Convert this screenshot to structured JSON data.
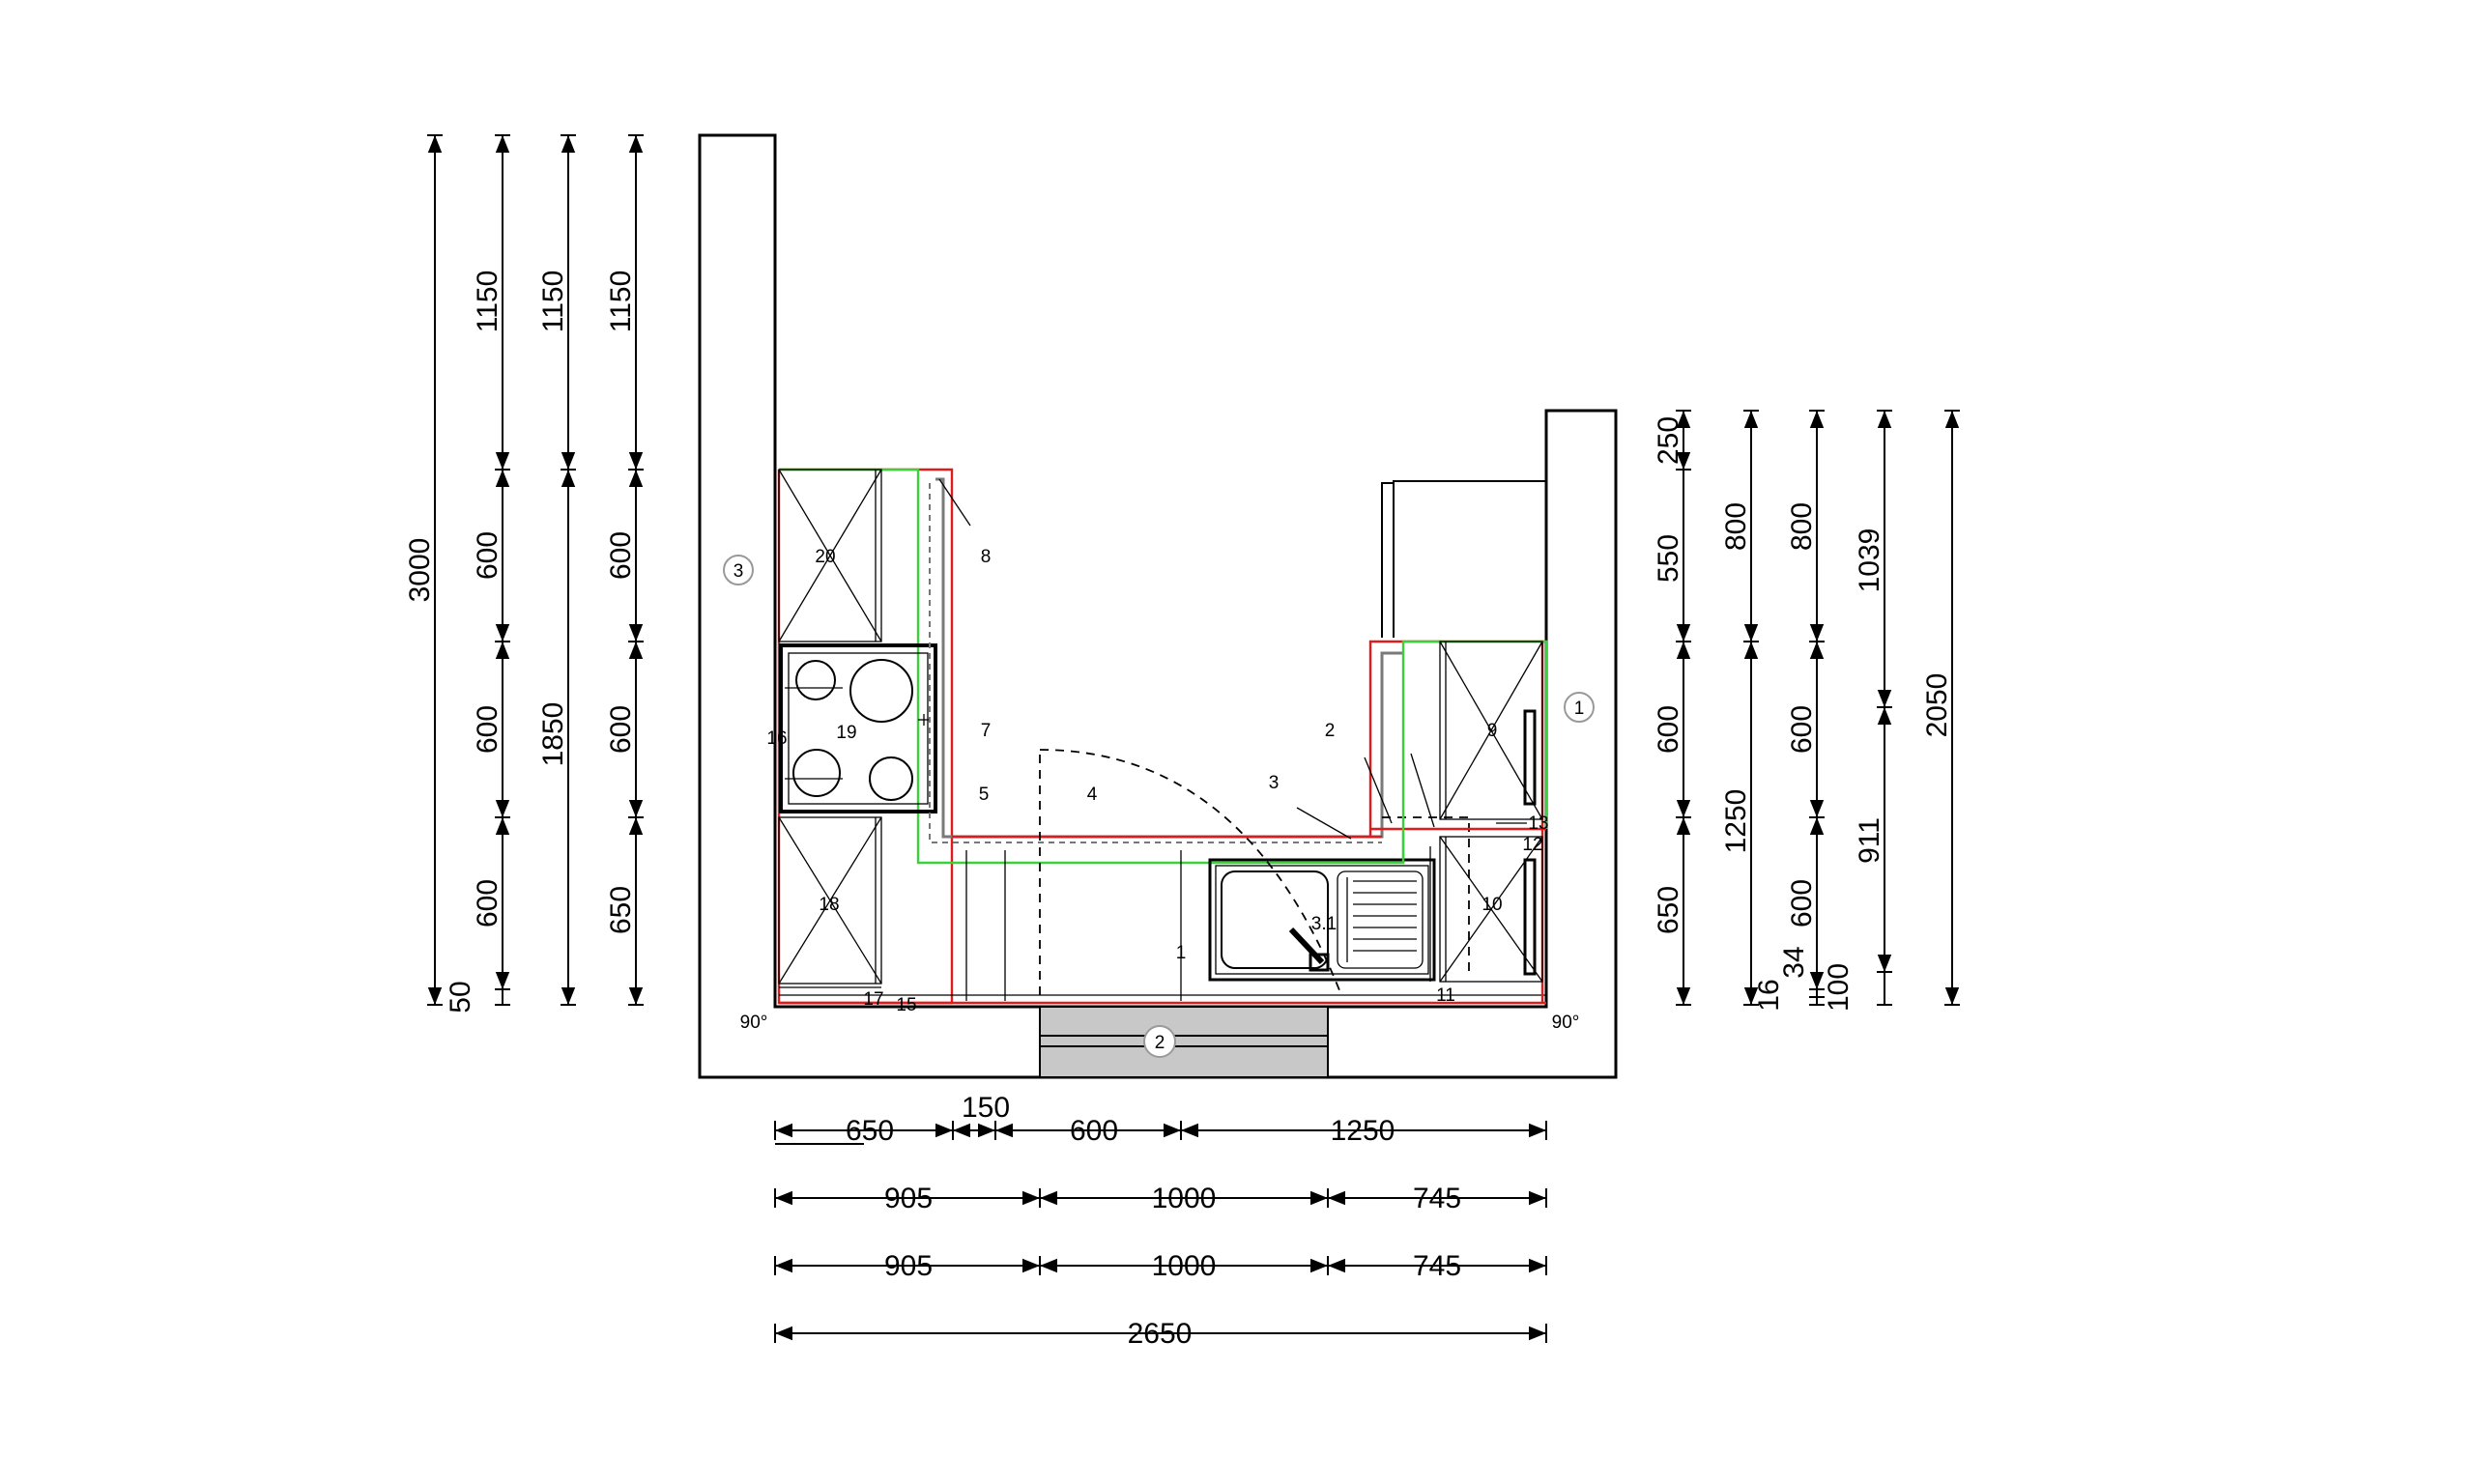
{
  "colors": {
    "outline": "#e01b1b",
    "upper_cabinets": "#3ad13a",
    "worktop": "#7a7a7a",
    "window_fill": "#c8c8c8"
  },
  "walls": {
    "right": "1",
    "bottom": "2",
    "left": "3"
  },
  "angles": {
    "left": "90°",
    "right": "90°"
  },
  "items": {
    "i1": "1",
    "i2": "2",
    "i3": "3",
    "i3_1": "3.1",
    "i4": "4",
    "i5": "5",
    "i7": "7",
    "i8": "8",
    "i9": "9",
    "i10": "10",
    "i11": "11",
    "i12": "12",
    "i13": "13",
    "i15": "15",
    "i16": "16",
    "i17": "17",
    "i18": "18",
    "i19": "19",
    "i20": "20"
  },
  "dims_left": {
    "c1": [
      "3000"
    ],
    "c2": [
      "1150",
      "600",
      "600",
      "600",
      "50"
    ],
    "c3": [
      "1150",
      "1850"
    ],
    "c4": [
      "1150",
      "600",
      "600",
      "650"
    ]
  },
  "dims_right": {
    "c1": [
      "250",
      "550",
      "600",
      "650"
    ],
    "c2": [
      "800",
      "1250",
      "16"
    ],
    "c3": [
      "800",
      "600",
      "600",
      "34",
      "100"
    ],
    "c4": [
      "1039",
      "911"
    ],
    "c5": [
      "2050"
    ]
  },
  "dims_bottom": {
    "r1": [
      "650",
      "150",
      "600",
      "1250"
    ],
    "r2": [
      "905",
      "1000",
      "745"
    ],
    "r3": [
      "905",
      "1000",
      "745"
    ],
    "r4": [
      "2650"
    ]
  }
}
